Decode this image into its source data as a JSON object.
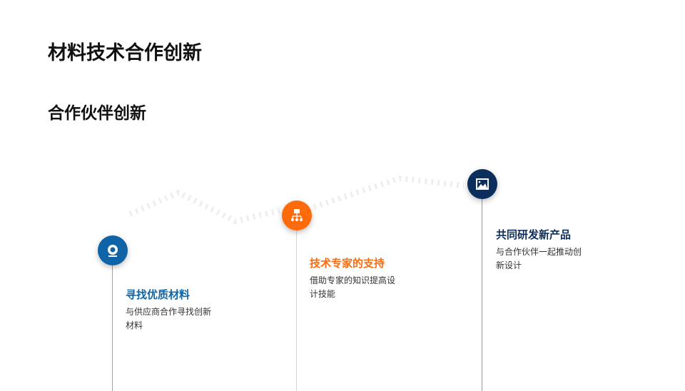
{
  "title": "材料技术合作创新",
  "subtitle": "合作伙伴创新",
  "colors": {
    "blue": "#0e64a6",
    "orange": "#ff6a0a",
    "navy": "#0b2e5c"
  },
  "items": [
    {
      "icon": "webcam-icon",
      "title": "寻找优质材料",
      "desc": "与供应商合作寻找创新材料"
    },
    {
      "icon": "hierarchy-icon",
      "title": "技术专家的支持",
      "desc": "借助专家的知识提高设计技能"
    },
    {
      "icon": "image-icon",
      "title": "共同研发新产品",
      "desc": "与合作伙伴一起推动创新设计"
    }
  ]
}
